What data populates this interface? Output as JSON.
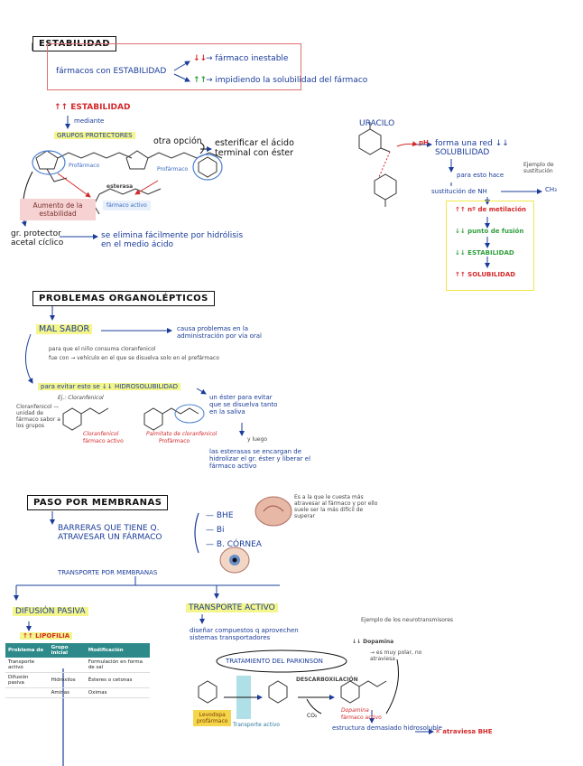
{
  "estabilidad": {
    "title": "ESTABILIDAD",
    "farmacos": "fármacos con ESTABILIDAD",
    "up_label": "↑↑",
    "down_label": "↓↓",
    "branch1": "→ fármaco inestable",
    "branch2": "→ impidiendo la solubilidad del fármaco",
    "estab_up": "↑↑ ESTABILIDAD",
    "mediante": "mediante",
    "grupos": "GRUPOS PROTECTORES",
    "otra_opcion": "otra opción",
    "esterificar": "esterificar el ácido terminal con éster",
    "aumento": "Aumento de la estabilidad",
    "prefarmaco": "Profármaco",
    "farmaco_activo": "fármaco activo",
    "esterasa": "esterasa",
    "gr_protector": "gr. protector acetal cíclico",
    "se_elimina": "se elimina fácilmente por hidrólisis en el medio ácido"
  },
  "uracilo": {
    "title": "URACILO",
    "ph": "pH",
    "forma": "forma una red ↓↓ SOLUBILIDAD",
    "para_esto": "para esto hace",
    "sustitucion": "sustitución de NH",
    "ch3": "CH₃",
    "ejemplo": "Ejemplo de sustitución",
    "chain1": "↑↑ nº de metilación",
    "chain2": "↓↓ punto de fusión",
    "chain3": "↓↓ ESTABILIDAD",
    "chain4": "↑↑ SOLUBILIDAD"
  },
  "organolepticos": {
    "title": "PROBLEMAS ORGANOLÉPTICOS",
    "mal_sabor": "MAL SABOR",
    "causa": "causa problemas en la administración por vía oral",
    "note1": "para que el niño consuma cloranfenicol",
    "note2": "fue con → vehículo en el que se disuelva solo en el prefármaco",
    "para_evitar": "para evitar esto se ↓↓ HIDROSOLUBILIDAD",
    "ej_cloranfenicol": "Ej.: Cloranfenicol",
    "cloranfenicol_label": "Cloranfenicol",
    "farmaco_activo": "fármaco activo",
    "palmitato": "Palmitato de cloranfenicol",
    "profarmaco": "Profármaco",
    "left_note": "Cloranfenicol — unidad de fármaco sabor a los grupos",
    "un_ester": "un éster para evitar que se disuelva tanto en la saliva",
    "luego": "y luego",
    "esterasas": "las esterasas se encargan de hidrolizar el gr. éster y liberar el fármaco activo"
  },
  "membranas": {
    "title": "PASO POR MEMBRANAS",
    "barreras": "BARRERAS QUE TIENE Q. ATRAVESAR UN FÁRMACO",
    "bhe": "BHE",
    "bi": "Bi",
    "cornea": "B. CÓRNEA",
    "brain_note": "Es a la que le cuesta más atravesar al fármaco y por ello suele ser la más difícil de superar",
    "transporte": "TRANSPORTE POR MEMBRANAS",
    "difusion": "DIFUSIÓN PASIVA",
    "lipofilia": "↑↑ LIPOFILIA",
    "activo": "TRANSPORTE ACTIVO",
    "disenar": "diseñar compuestos q aprovechen sistemas transportadores",
    "tratamiento": "TRATAMIENTO DEL PARKINSON",
    "ejemplo_note": "Ejemplo de los neurotransmisores",
    "dopamina_note": "↓↓ Dopamina",
    "ex_note": "→ es muy polar, no atraviesa",
    "descarbox": "DESCARBOXILACIÓN",
    "levodopa": "Levodopa",
    "levodopa_sub": "profármaco",
    "transporte_activo": "Transporte activo",
    "dopamina": "Dopamina",
    "dopamina_sub": "fármaco activo",
    "co2": "CO₂",
    "estructura": "estructura demasiado hidrosoluble",
    "no_atraviesa": "✕ atraviesa BHE"
  },
  "table": {
    "headers": [
      "Problema de",
      "Grupo inicial",
      "Modificación"
    ],
    "rows": [
      [
        "Transporte activo",
        "",
        "Formulación en forma de sal"
      ],
      [
        "Difusión pasiva",
        "Hidroxilos",
        "Ésteres o cetonas"
      ],
      [
        "",
        "Aminas",
        "Oximas"
      ]
    ]
  }
}
